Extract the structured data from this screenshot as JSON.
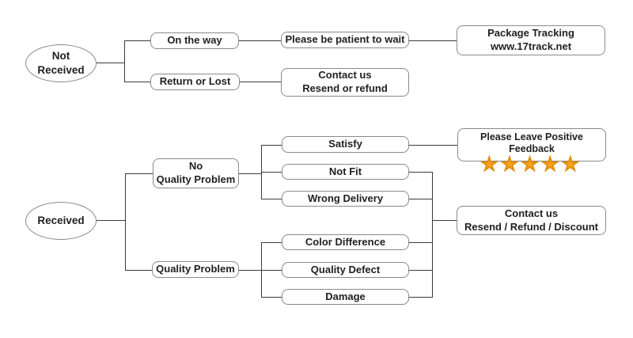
{
  "colors": {
    "background": "#ffffff",
    "line": "#3c3c3c",
    "box-border": "#8a8a8a",
    "text": "#1f1f1f",
    "star": "#F9A21B",
    "star-edge": "#E08E0B"
  },
  "icons": {
    "star": "★"
  },
  "nodes": {
    "not_received": "Not\nReceived",
    "on_the_way": "On the way",
    "be_patient": "Please be patient to wait",
    "package_tracking": "Package Tracking\nwww.17track.net",
    "return_or_lost": "Return or Lost",
    "contact_resend_refund": "Contact us\nResend or refund",
    "received": "Received",
    "no_quality_problem": "No\nQuality Problem",
    "quality_problem": "Quality Problem",
    "satisfy": "Satisfy",
    "not_fit": "Not Fit",
    "wrong_delivery": "Wrong Delivery",
    "color_difference": "Color Difference",
    "quality_defect": "Quality Defect",
    "damage": "Damage",
    "positive_feedback": "Please Leave Positive Feedback",
    "contact_resend_refund_discount": "Contact us\nResend / Refund / Discount"
  },
  "rating": {
    "star_count": 5
  }
}
